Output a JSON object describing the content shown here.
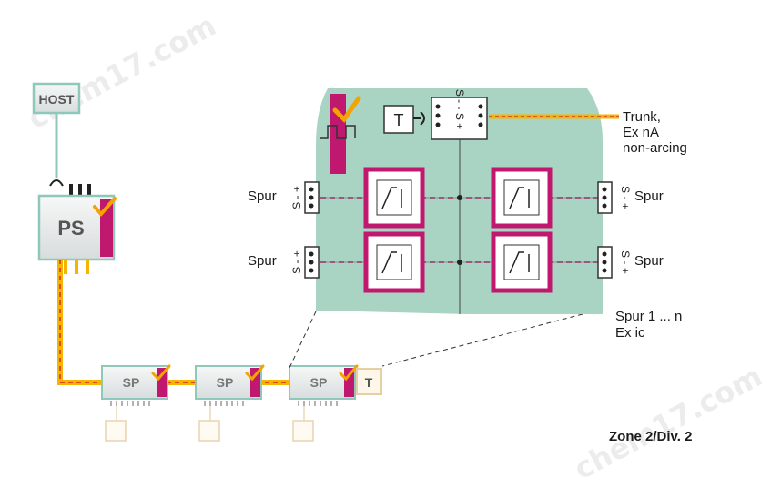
{
  "host": {
    "label": "HOST"
  },
  "power_supply": {
    "label": "PS"
  },
  "segment_protectors": [
    {
      "label": "SP"
    },
    {
      "label": "SP"
    },
    {
      "label": "SP"
    }
  ],
  "terminator": {
    "label": "T"
  },
  "detail": {
    "terminator_label": "T",
    "trunk_connector_label": "S - - S +",
    "spur_labels": [
      "Spur",
      "Spur",
      "Spur",
      "Spur"
    ],
    "spur_pin_label": "S - +",
    "trunk_label": [
      "Trunk,",
      "Ex nA",
      "non-arcing"
    ],
    "spur_range_label": [
      "Spur 1 ... n",
      "Ex ic"
    ]
  },
  "zone_label": "Zone 2/Div. 2",
  "watermarks": [
    "chem17.com",
    "chem17.com"
  ],
  "colors": {
    "detail_fill": "#a9d3c3",
    "module_magenta": "#c0186e",
    "trunk_yellow": "#f4b400",
    "trunk_red_dash": "#d2232a",
    "host_green": "#8fc8ba"
  }
}
